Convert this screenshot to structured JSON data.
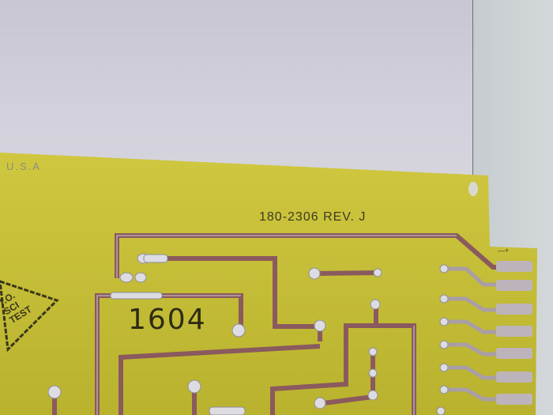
{
  "scene": {
    "description": "Close-up photo of yellow printed circuit board with copper traces and solder joints against a light gray wall",
    "colors": {
      "board": "#c9c23a",
      "board_shadow": "#b5ae2c",
      "trace": "#8a5a5e",
      "trace_tin": "#b8adb2",
      "solder": "#d8d8dc",
      "wall": "#d0ced8",
      "ink": "#2e2b14"
    }
  },
  "board_text": {
    "country": "U.S.A",
    "part_number": "180-2306 REV. J",
    "handwritten_number": "1604",
    "stamp_lines": [
      "T.O.",
      "SCI",
      "TEST"
    ],
    "edge_mark": "—+"
  },
  "connector": {
    "finger_count": 7
  }
}
